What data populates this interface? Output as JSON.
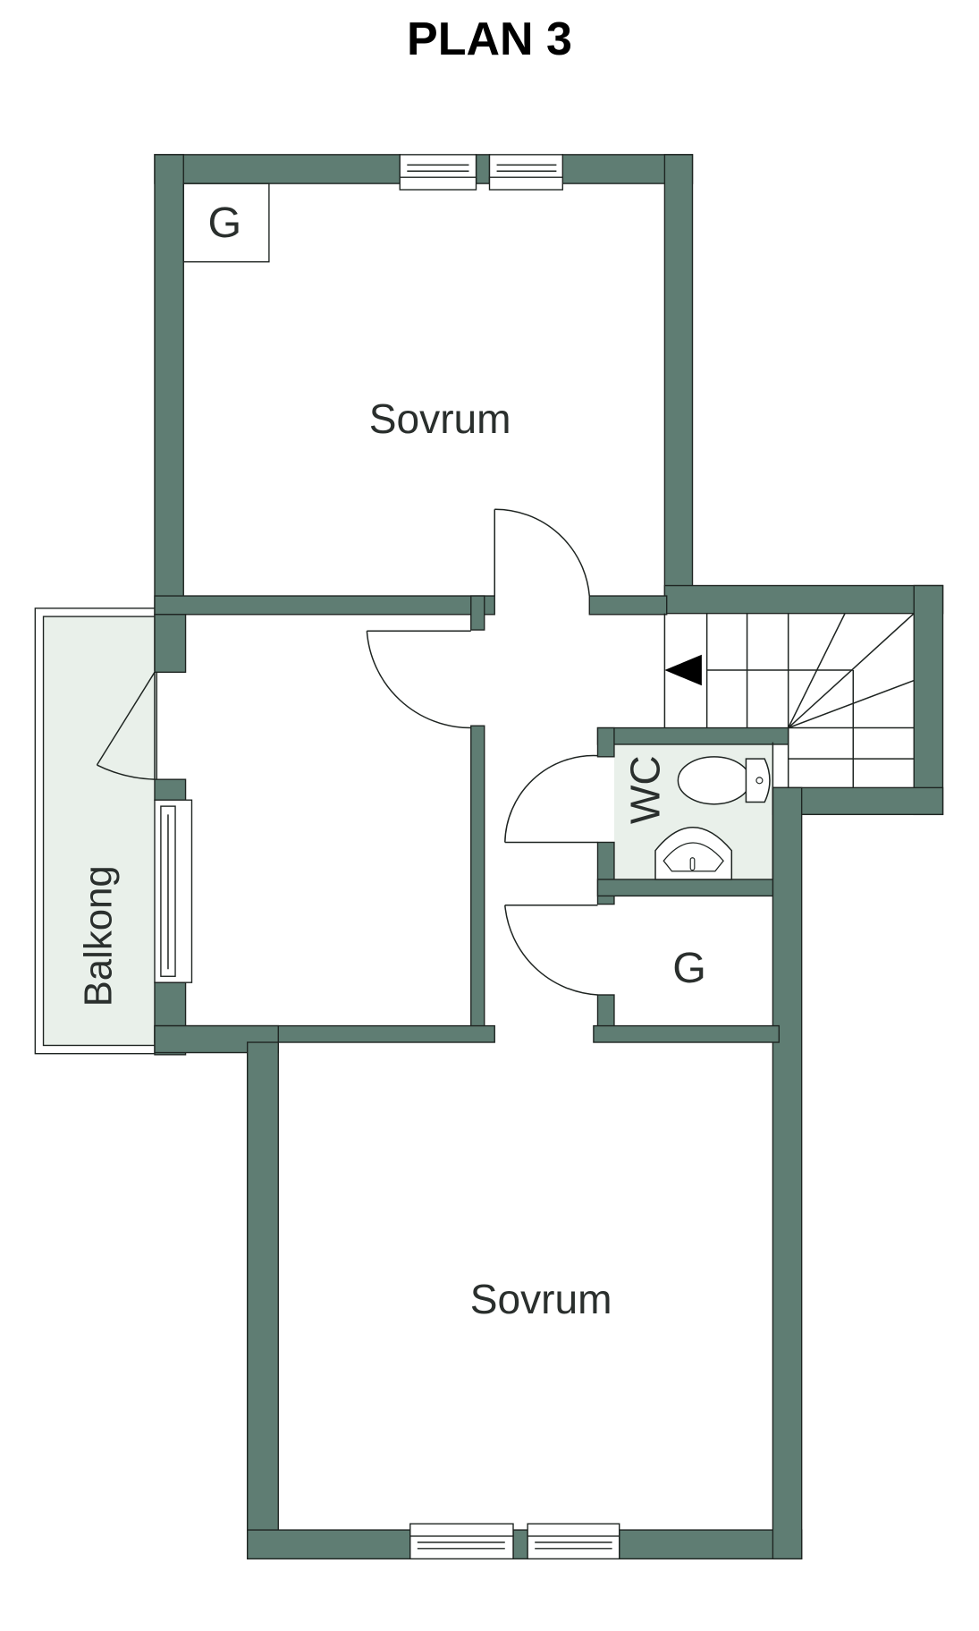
{
  "title": "PLAN 3",
  "colors": {
    "wall": "#5f7d73",
    "wet_room_fill": "#e9f0ea",
    "line": "#1e2421",
    "background": "#ffffff"
  },
  "rooms": {
    "bedroom_top": {
      "label": "Sovrum"
    },
    "closet_top": {
      "label": "G"
    },
    "balcony": {
      "label": "Balkong"
    },
    "wc": {
      "label": "WC"
    },
    "closet_hall": {
      "label": "G"
    },
    "bedroom_bottom": {
      "label": "Sovrum"
    },
    "middle_room": {
      "label": ""
    },
    "hallway": {
      "label": ""
    }
  },
  "fixtures": {
    "staircase": {
      "direction": "left",
      "arrow_icon": "arrow-left-icon"
    },
    "toilet": "toilet-icon",
    "sink": "sink-icon"
  }
}
